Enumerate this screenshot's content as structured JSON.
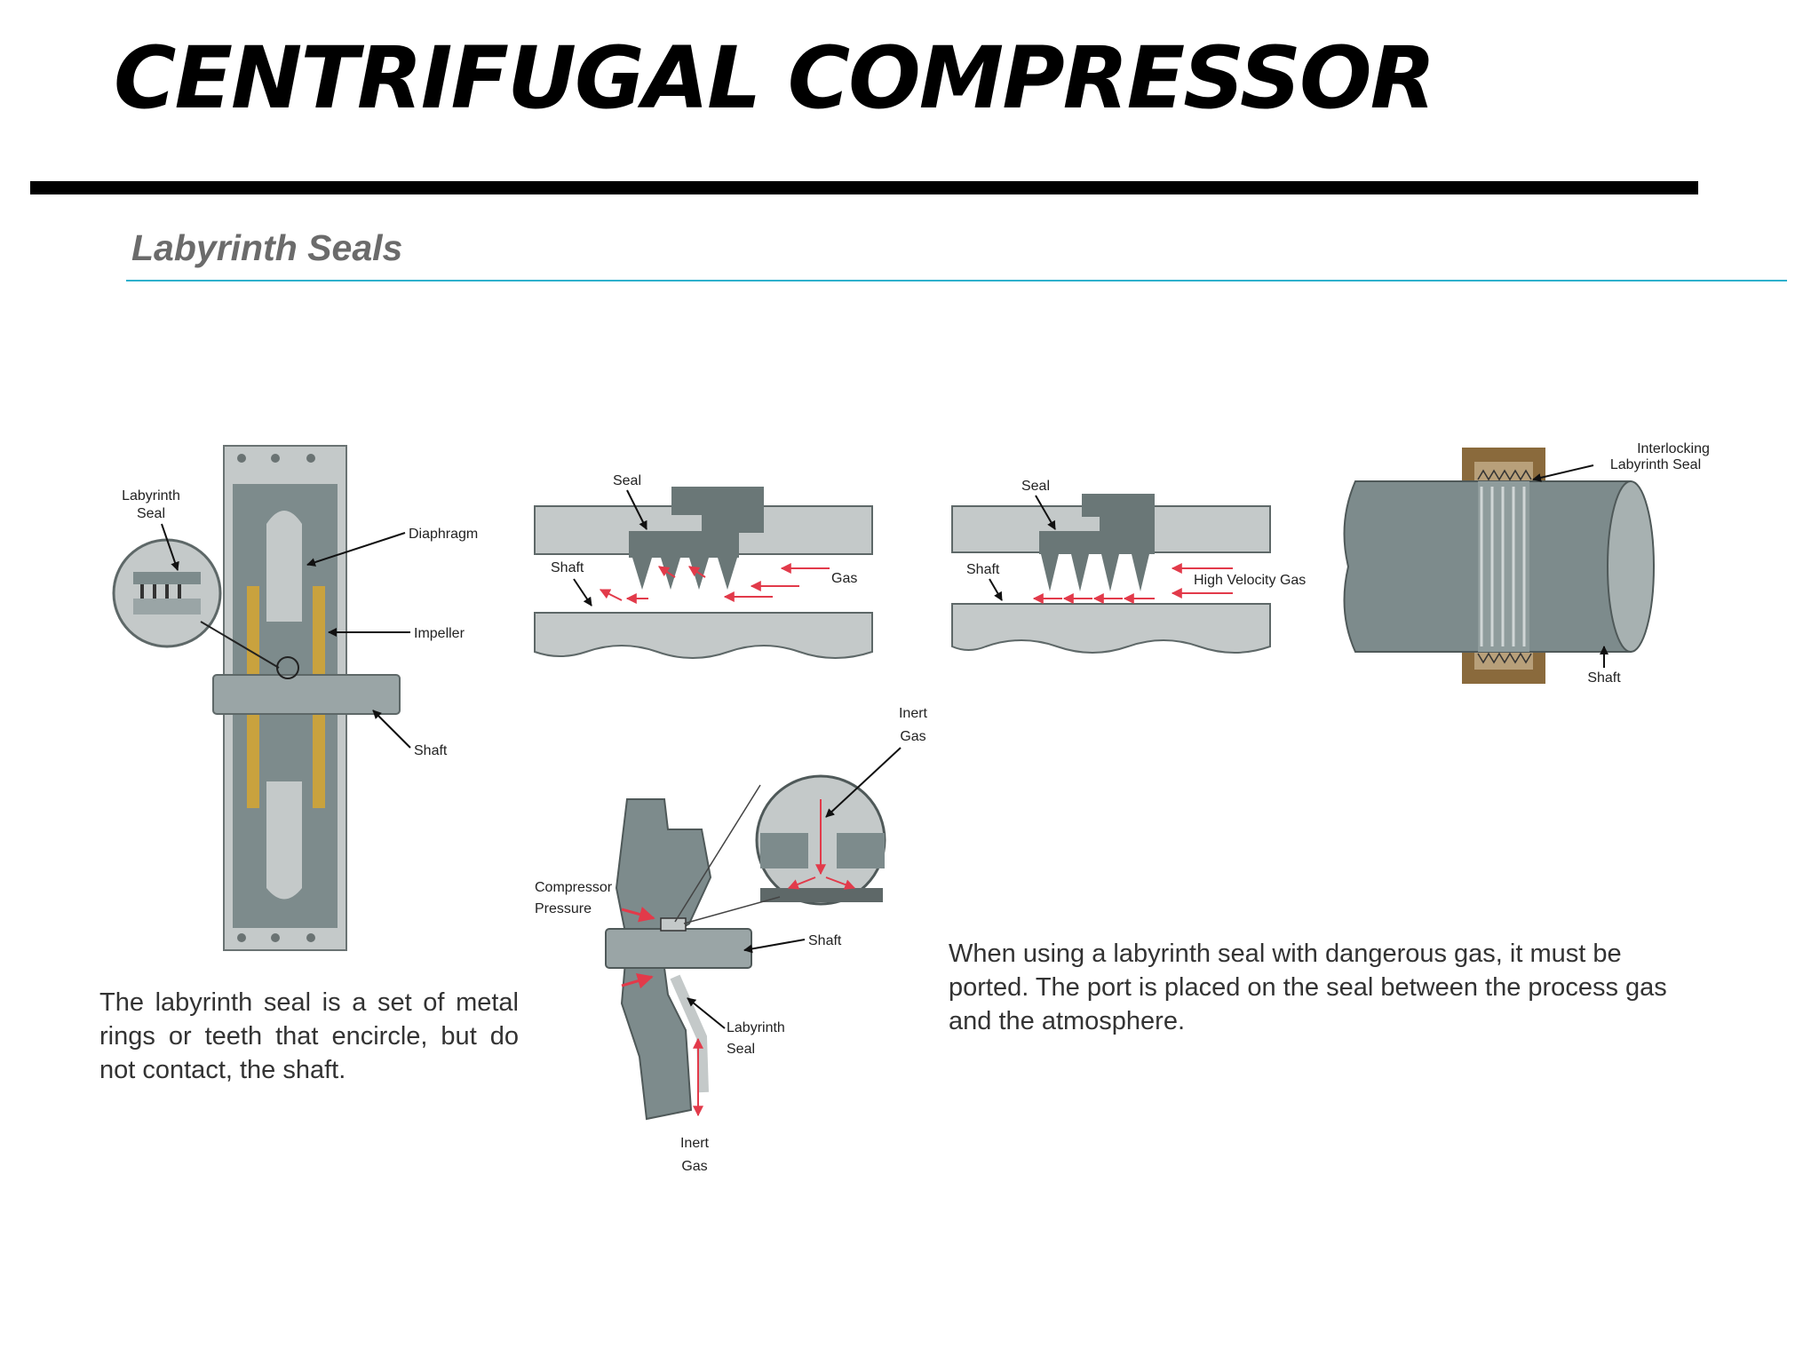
{
  "slide": {
    "title": "CENTRIFUGAL COMPRESSOR",
    "section_heading": "Labyrinth Seals"
  },
  "figures": {
    "compressor_section": {
      "labels": [
        "Labyrinth",
        "Seal",
        "Diaphragm",
        "Impeller",
        "Shaft"
      ]
    },
    "seal_flow": {
      "labels": [
        "Seal",
        "Shaft",
        "Gas"
      ]
    },
    "seal_high_velocity": {
      "labels": [
        "Seal",
        "Shaft",
        "High Velocity Gas"
      ]
    },
    "interlocking_seal": {
      "labels": [
        "Interlocking",
        "Labyrinth Seal",
        "Shaft"
      ]
    },
    "ported_seal": {
      "labels": [
        "Inert",
        "Gas",
        "Compressor",
        "Pressure",
        "Shaft",
        "Labyrinth",
        "Seal",
        "Inert",
        "Gas"
      ]
    }
  },
  "captions": {
    "left": "The labyrinth seal is a set of metal rings or teeth that encircle, but do not contact, the shaft.",
    "right": "When using a labyrinth seal with dangerous gas, it must be ported.  The port is placed on the seal between the process gas and the atmosphere."
  },
  "colors": {
    "steel": "#7d8b8c",
    "light_metal": "#c4c9c9",
    "flow_arrow": "#e23a4a",
    "accent_rule": "#2eb0cc",
    "interlock_brown": "#8a6a3c"
  }
}
